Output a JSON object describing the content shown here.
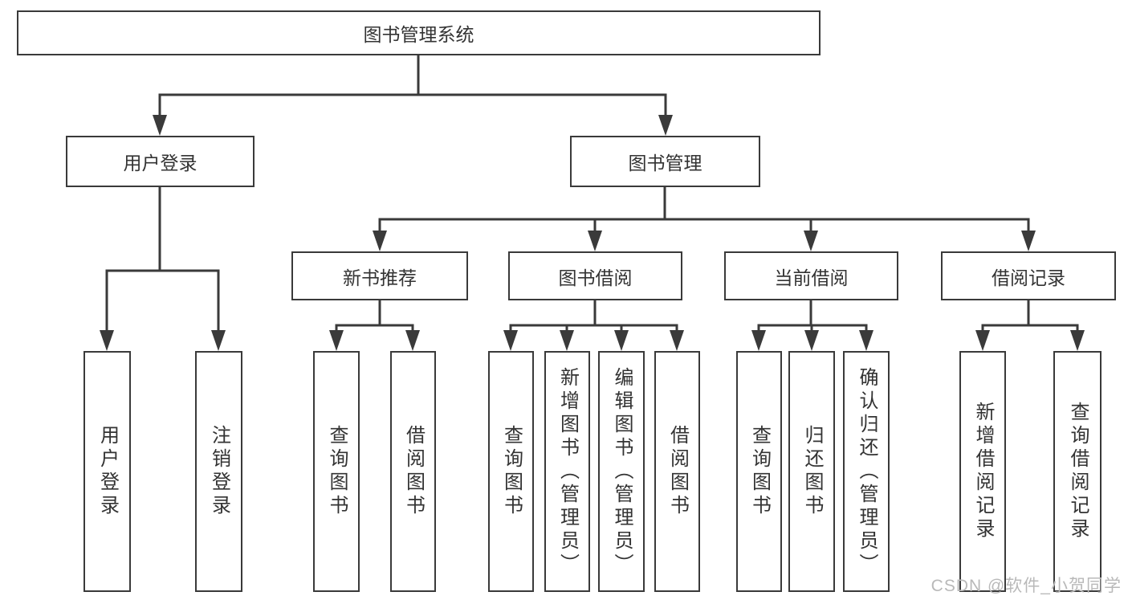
{
  "diagram_type": "hierarchy-tree",
  "colors": {
    "line": "#3a3a3a",
    "text": "#333333",
    "background": "#ffffff",
    "watermark": "#b9b9b9"
  },
  "watermark": "CSDN @软件_小贺同学",
  "root": {
    "label": "图书管理系统",
    "children": [
      {
        "label": "用户登录",
        "children": [
          {
            "label": "用户登录"
          },
          {
            "label": "注销登录"
          }
        ]
      },
      {
        "label": "图书管理",
        "children": [
          {
            "label": "新书推荐",
            "children": [
              {
                "label": "查询图书"
              },
              {
                "label": "借阅图书"
              }
            ]
          },
          {
            "label": "图书借阅",
            "children": [
              {
                "label": "查询图书"
              },
              {
                "label": "新增图书（管理员）"
              },
              {
                "label": "编辑图书（管理员）"
              },
              {
                "label": "借阅图书"
              }
            ]
          },
          {
            "label": "当前借阅",
            "children": [
              {
                "label": "查询图书"
              },
              {
                "label": "归还图书"
              },
              {
                "label": "确认归还（管理员）"
              }
            ]
          },
          {
            "label": "借阅记录",
            "children": [
              {
                "label": "新增借阅记录"
              },
              {
                "label": "查询借阅记录"
              }
            ]
          }
        ]
      }
    ]
  }
}
